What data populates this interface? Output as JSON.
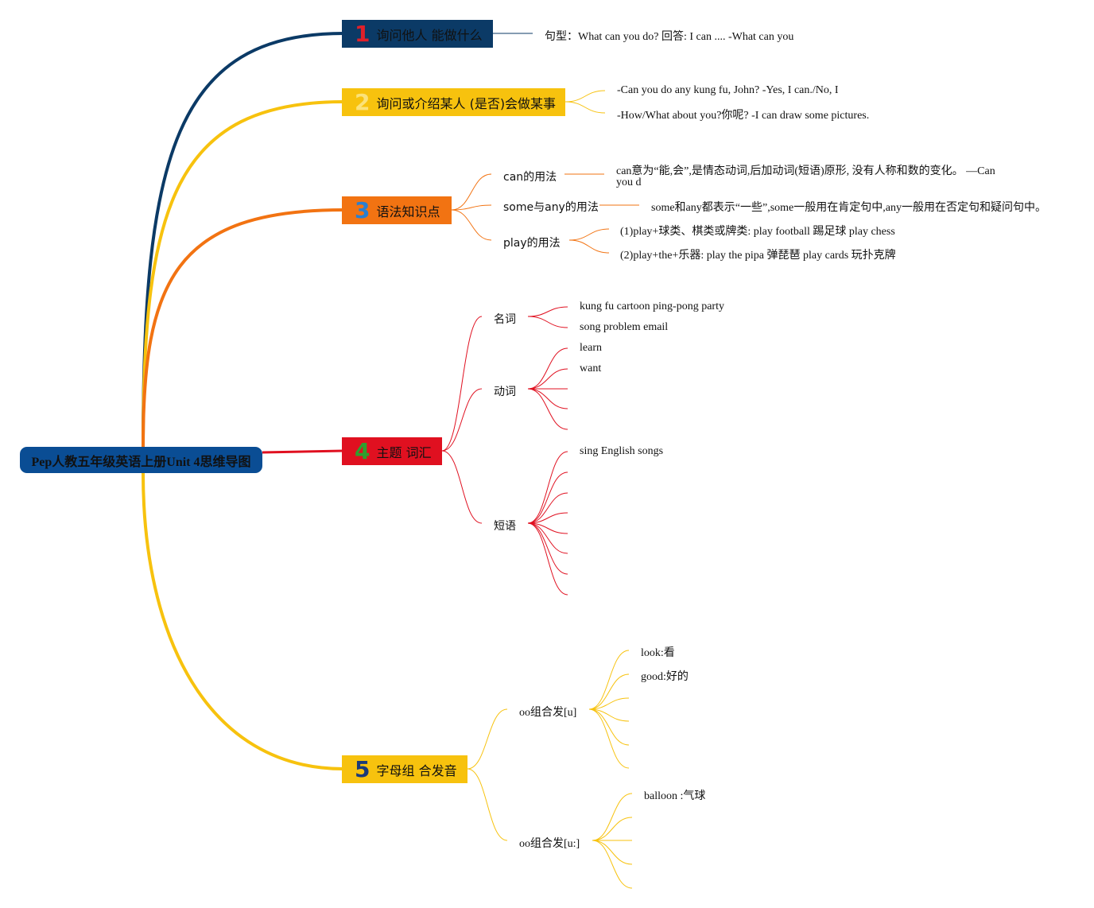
{
  "root": {
    "title": "Pep人教五年级英语上册Unit 4思维导图",
    "color": "#0a4d94"
  },
  "branches": [
    {
      "num": "1",
      "title": "询问他人 能做什么",
      "color": "#0b3a66",
      "num_color": "#e0202a",
      "details": [
        "句型：What can you do? 回答: I can .... -What can you"
      ]
    },
    {
      "num": "2",
      "title": "询问或介绍某人 (是否)会做某事",
      "color": "#f7c20e",
      "num_color": "#fbe27a",
      "details": [
        "-Can you do any kung fu, John? -Yes, I can./No, I",
        "-How/What about you?你呢? -I can draw some pictures."
      ]
    },
    {
      "num": "3",
      "title": "语法知识点",
      "color": "#f27312",
      "num_color": "#2a7fd0",
      "topics": [
        {
          "label": "can的用法",
          "details": [
            "can意为“能,会”,是情态动词,后加动词(短语)原形, 没有人称和数的变化。 —Can",
            "you d"
          ]
        },
        {
          "label": "some与any的用法",
          "details": [
            "some和any都表示“一些”,some一般用在肯定句中,any一般用在否定句和疑问句中。"
          ]
        },
        {
          "label": "play的用法",
          "details": [
            "(1)play+球类、棋类或牌类: play football 踢足球 play chess",
            "(2)play+the+乐器: play the pipa 弹琵琶 play cards 玩扑克牌"
          ]
        }
      ]
    },
    {
      "num": "4",
      "title": "主题 词汇",
      "color": "#e01020",
      "num_color": "#2ea02e",
      "topics": [
        {
          "label": "名词",
          "items": [
            "kung fu cartoon ping-pong party",
            "song problem email"
          ]
        },
        {
          "label": "动词",
          "items": [
            "learn",
            "want",
            "",
            "",
            ""
          ]
        },
        {
          "label": "短语",
          "items": [
            "sing English songs",
            "",
            "",
            "",
            "",
            "",
            "",
            ""
          ]
        }
      ]
    },
    {
      "num": "5",
      "title": "字母组 合发音",
      "color": "#f7c20e",
      "num_color": "#1b3a78",
      "topics": [
        {
          "label": "oo组合发[u]",
          "items": [
            "look:看",
            "good:好的",
            "",
            "",
            "",
            ""
          ]
        },
        {
          "label": "oo组合发[u:]",
          "items": [
            "balloon :气球",
            "",
            "",
            "",
            ""
          ]
        }
      ]
    }
  ]
}
